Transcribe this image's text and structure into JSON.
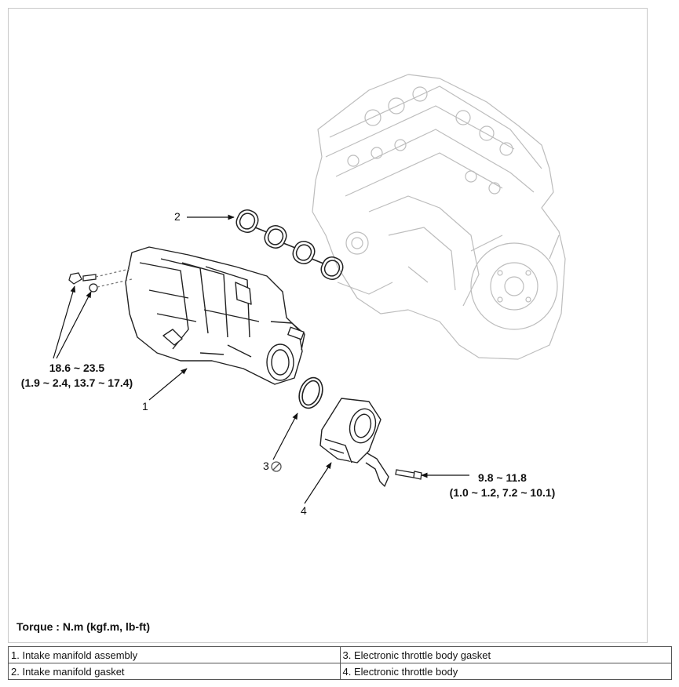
{
  "callouts": {
    "c1": "1",
    "c2": "2",
    "c3": "3",
    "c4": "4"
  },
  "torque_specs": {
    "manifold_bolts": {
      "line1": "18.6 ~ 23.5",
      "line2": "(1.9 ~ 2.4, 13.7 ~ 17.4)"
    },
    "throttle_bolts": {
      "line1": "9.8 ~ 11.8",
      "line2": "(1.0 ~ 1.2, 7.2 ~ 10.1)"
    }
  },
  "torque_unit": "Torque : N.m (kgf.m, lb-ft)",
  "legend": [
    [
      "1. Intake manifold assembly",
      "3. Electronic throttle body gasket"
    ],
    [
      "2. Intake manifold gasket",
      "4. Electronic throttle body"
    ]
  ]
}
